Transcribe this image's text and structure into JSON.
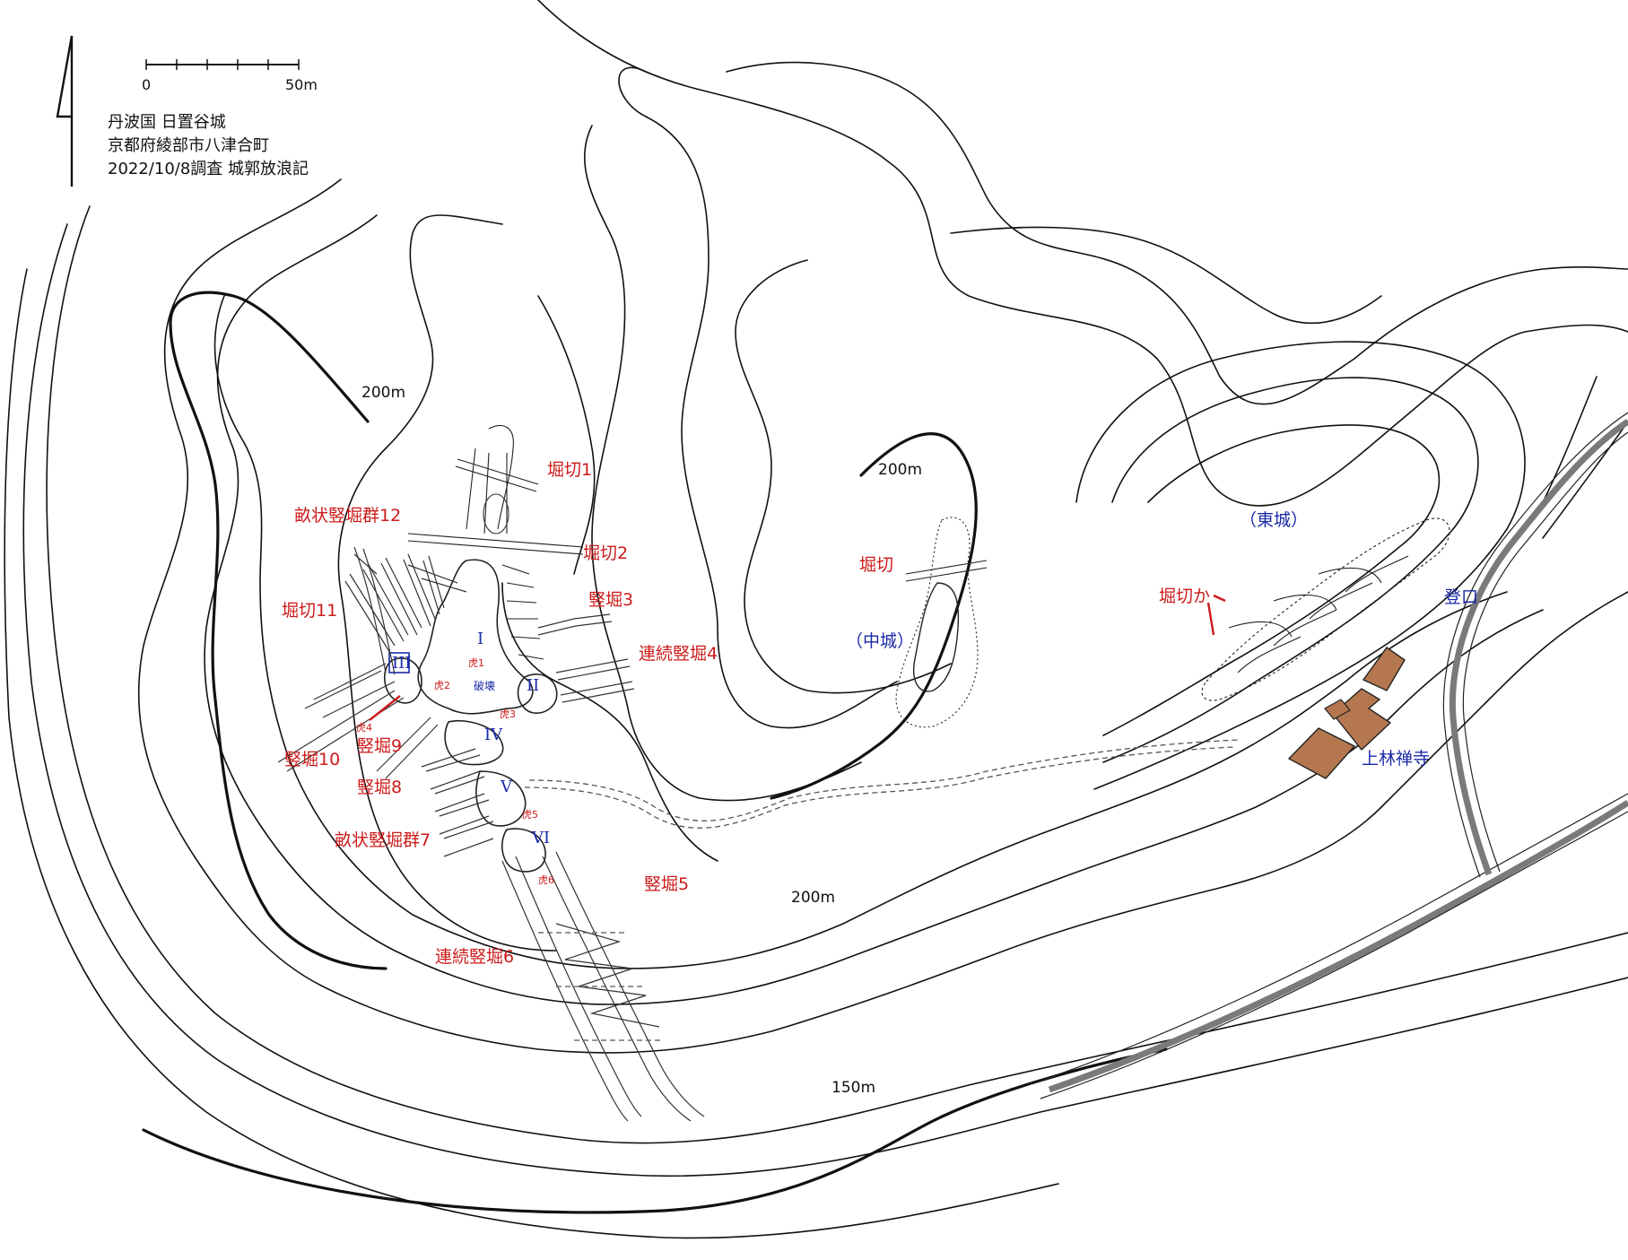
{
  "title": {
    "line1": "丹波国 日置谷城",
    "line2": "京都府綾部市八津合町",
    "line3": "2022/10/8調査 城郭放浪記"
  },
  "scale": {
    "start": "0",
    "end": "50m"
  },
  "elevations": {
    "e200_a": "200m",
    "e200_b": "200m",
    "e200_c": "200m",
    "e150": "150m"
  },
  "features": {
    "horikiri1": "堀切1",
    "horikiri2": "堀切2",
    "tatebori3": "竪堀3",
    "renzoku4": "連続竪堀4",
    "tatebori5": "竪堀5",
    "renzoku6": "連続竪堀6",
    "uneTatebori7": "畝状竪堀群7",
    "tatebori8": "竪堀8",
    "tatebori9": "竪堀9",
    "tatebori10": "竪堀10",
    "horikiri11": "堀切11",
    "uneTatebori12": "畝状竪堀群12",
    "horikiriMid": "堀切",
    "horikiriEast": "堀切か"
  },
  "enclosures": {
    "i": "I",
    "ii": "II",
    "iii": "III",
    "iv": "IV",
    "v": "V",
    "vi": "VI",
    "naka": "（中城）",
    "higashi": "（東城）",
    "hakai": "破壊"
  },
  "gates": {
    "k1": "虎1",
    "k2": "虎2",
    "k3": "虎3",
    "k4": "虎4",
    "k5": "虎5",
    "k6": "虎6"
  },
  "places": {
    "temple": "上林禅寺",
    "entrance": "登口"
  },
  "colors": {
    "red_label": "#cc1a1a",
    "blue_label": "#1a2aa8",
    "building": "#b5774f",
    "road": "#7a7a7a"
  }
}
